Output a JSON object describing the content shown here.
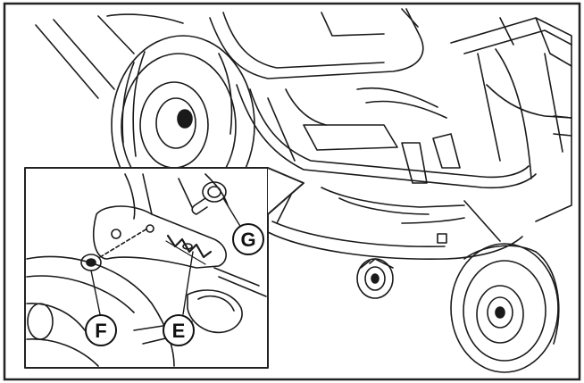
{
  "figure": {
    "callouts": {
      "e": "E",
      "f": "F",
      "g": "G"
    },
    "colors": {
      "line": "#1a1a1a",
      "background": "#ffffff",
      "frame": "#222222"
    }
  }
}
